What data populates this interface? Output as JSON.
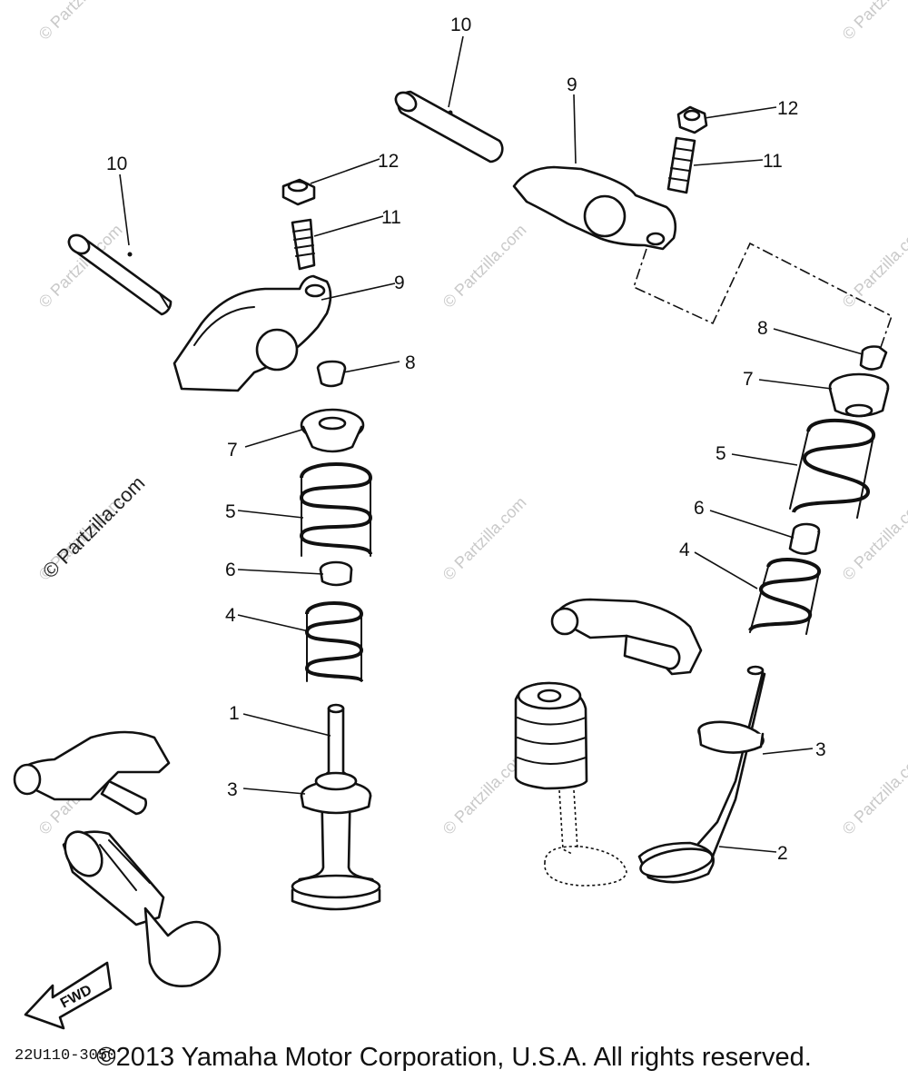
{
  "watermark": "© Partzilla.com",
  "callouts": {
    "valve_intake": "1",
    "valve_exhaust": "2",
    "seal": "3",
    "spring_inner": "4",
    "spring_outer": "5",
    "seat": "6",
    "retainer": "7",
    "cotter": "8",
    "rocker_arm": "9",
    "shaft": "10",
    "adjuster": "11",
    "nut": "12"
  },
  "fwd_label": "FWD",
  "diagram_code": "22U110-3050",
  "copyright": "©2013 Yamaha Motor Corporation, U.S.A. All rights reserved."
}
